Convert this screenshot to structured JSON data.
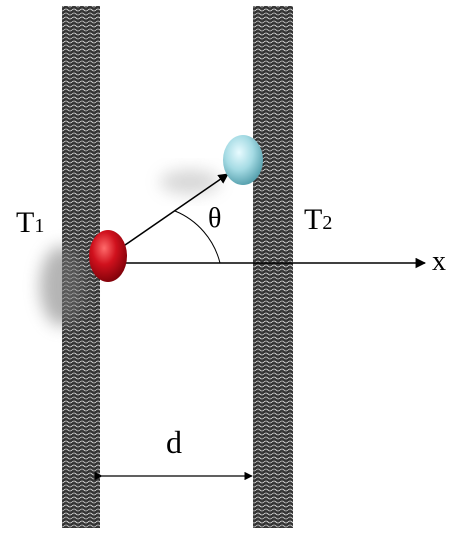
{
  "diagram": {
    "left_plate_label": "T",
    "left_plate_subscript": "1",
    "right_plate_label": "T",
    "right_plate_subscript": "2",
    "angle_label": "θ",
    "axis_label": "x",
    "gap_label": "d"
  },
  "colors": {
    "plate_base": "#333333",
    "plate_pattern": "#d9d9d9",
    "red_particle": "#c0000d",
    "blue_particle": "#9fd6e0",
    "arrow": "#000000"
  }
}
